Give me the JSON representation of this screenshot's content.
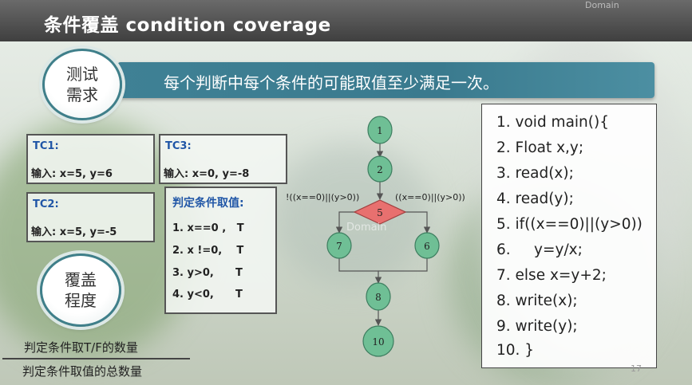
{
  "slide": {
    "title": "条件覆盖 condition coverage",
    "watermark": "Domain"
  },
  "requirement": {
    "circle_label_1": "测试",
    "circle_label_2": "需求",
    "text": "每个判断中每个条件的可能取值至少满足一次。"
  },
  "coverage": {
    "circle_label_1": "覆盖",
    "circle_label_2": "程度",
    "numerator": "判定条件取T/F的数量",
    "denominator": "判定条件取值的总数量"
  },
  "test_cases": [
    {
      "name": "TC1:",
      "input": "输入: x=5, y=6"
    },
    {
      "name": "TC3:",
      "input": "输入: x=0, y=-8"
    },
    {
      "name": "TC2:",
      "input": "输入: x=5, y=-5"
    }
  ],
  "conditions": {
    "title": "判定条件取值:",
    "rows": [
      "1. x==0 ,   T",
      "2. x !=0,    T",
      "3. y>0,      T",
      "4. y<0,      T"
    ]
  },
  "flowgraph": {
    "nodes": [
      "1",
      "2",
      "5",
      "7",
      "6",
      "8",
      "10"
    ],
    "edge_label_false": "!((x==0)||(y>0))",
    "edge_label_true": "((x==0)||(y>0))",
    "node_color": "#6fbf95",
    "decision_color": "#e8706f",
    "overlay_text": "Domain"
  },
  "code": {
    "lines": [
      "1. void main(){",
      "2. Float x,y;",
      "3. read(x);",
      "4. read(y);",
      "5. if((x==0)||(y>0))",
      "6.     y=y/x;",
      "7. else x=y+2;",
      "8. write(x);",
      "9. write(y);",
      "10. }"
    ]
  },
  "page_number": "17"
}
